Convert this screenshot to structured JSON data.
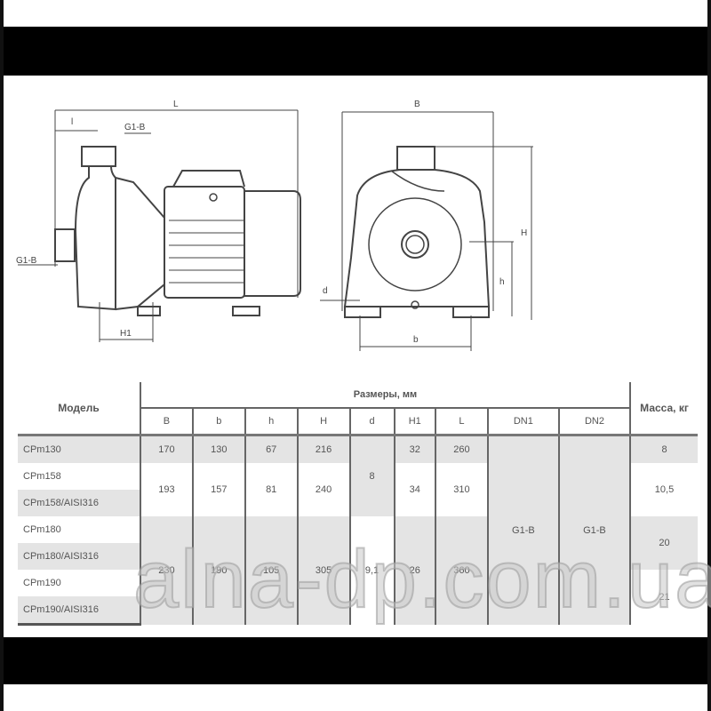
{
  "drawing": {
    "side_labels": {
      "length": "L",
      "inlet_offset": "l",
      "outlet_thread": "G1-B",
      "inlet_thread": "G1-B",
      "foot_width": "H1"
    },
    "front_labels": {
      "width": "B",
      "height": "H",
      "axis_height": "h",
      "hole": "d",
      "foot_span": "b"
    }
  },
  "table": {
    "model_header": "Модель",
    "sizes_header": "Размеры, мм",
    "mass_header": "Масса, кг",
    "columns": [
      "B",
      "b",
      "h",
      "H",
      "d",
      "H1",
      "L",
      "DN1",
      "DN2"
    ],
    "rows": {
      "r1": {
        "model": "CPm130",
        "B": "170",
        "b": "130",
        "h": "67",
        "H": "216",
        "H1": "32",
        "L": "260",
        "mass": "8"
      },
      "r2": {
        "model_a": "CPm158",
        "model_b": "CPm158/AISI316",
        "B": "193",
        "b": "157",
        "h": "81",
        "H": "240",
        "H1": "34",
        "L": "310",
        "mass": "10,5"
      },
      "d_shared": "8",
      "dn_shared": "G1-B",
      "r3": {
        "model_a": "CPm180",
        "model_b": "CPm180/AISI316",
        "mass": "20"
      },
      "r4": {
        "model_a": "CPm190",
        "model_b": "CPm190/AISI316",
        "B": "230",
        "b": "190",
        "h": "105",
        "H": "305",
        "d": "9,1",
        "H1": "26",
        "L": "360",
        "mass": "21"
      }
    }
  },
  "watermark": "alna-dp.com.ua"
}
